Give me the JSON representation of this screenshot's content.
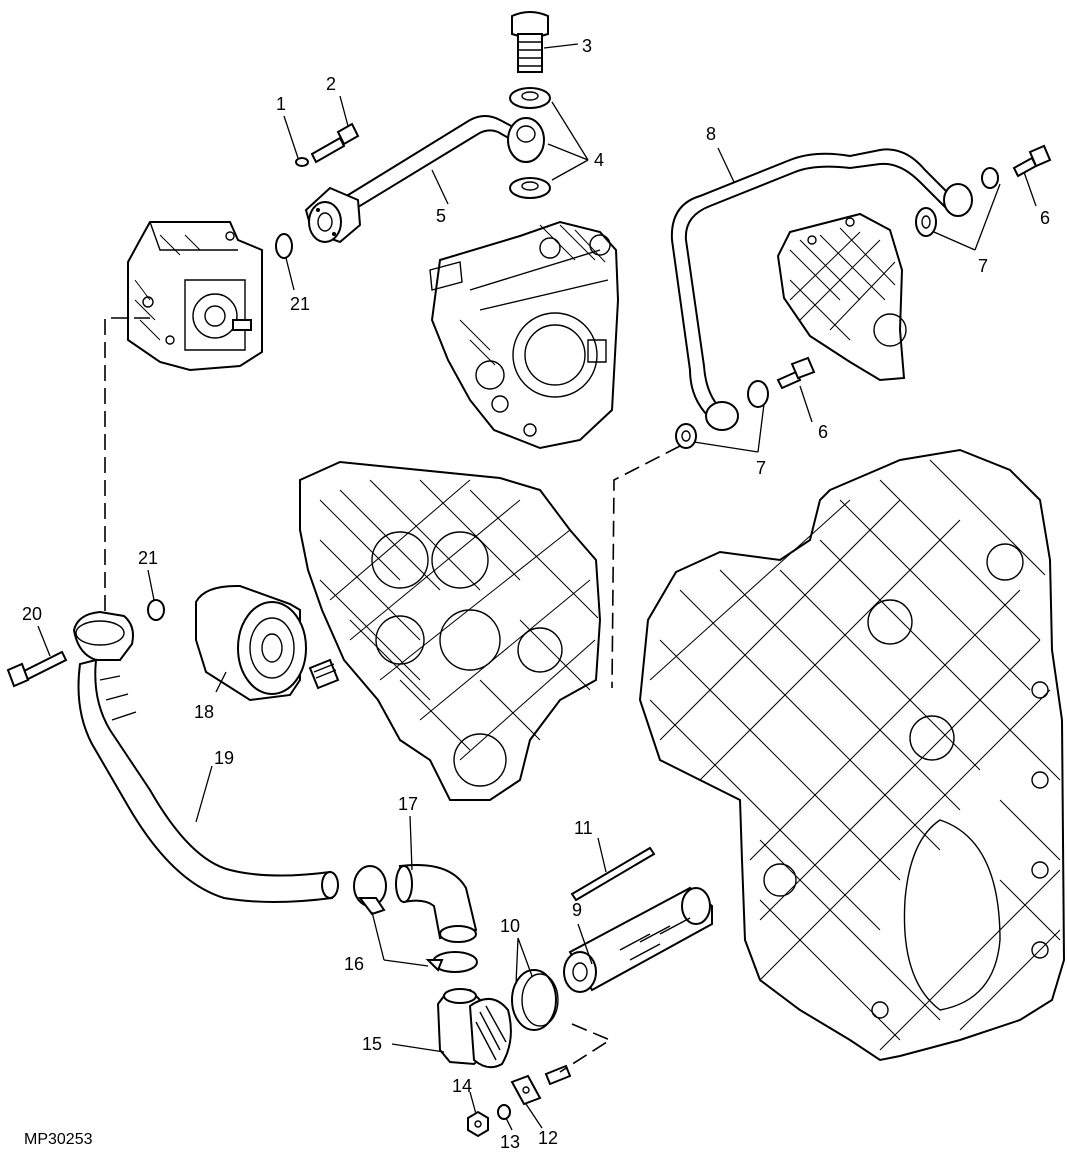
{
  "diagram": {
    "reference_code": "MP30253",
    "callouts": [
      {
        "id": "c1",
        "label": "1"
      },
      {
        "id": "c2",
        "label": "2"
      },
      {
        "id": "c3",
        "label": "3"
      },
      {
        "id": "c4",
        "label": "4"
      },
      {
        "id": "c5",
        "label": "5"
      },
      {
        "id": "c6a",
        "label": "6"
      },
      {
        "id": "c6b",
        "label": "6"
      },
      {
        "id": "c7a",
        "label": "7"
      },
      {
        "id": "c7b",
        "label": "7"
      },
      {
        "id": "c8",
        "label": "8"
      },
      {
        "id": "c9",
        "label": "9"
      },
      {
        "id": "c10",
        "label": "10"
      },
      {
        "id": "c11",
        "label": "11"
      },
      {
        "id": "c12",
        "label": "12"
      },
      {
        "id": "c13",
        "label": "13"
      },
      {
        "id": "c14",
        "label": "14"
      },
      {
        "id": "c15",
        "label": "15"
      },
      {
        "id": "c16",
        "label": "16"
      },
      {
        "id": "c17",
        "label": "17"
      },
      {
        "id": "c18",
        "label": "18"
      },
      {
        "id": "c19",
        "label": "19"
      },
      {
        "id": "c20",
        "label": "20"
      },
      {
        "id": "c21a",
        "label": "21"
      },
      {
        "id": "c21b",
        "label": "21"
      }
    ]
  }
}
